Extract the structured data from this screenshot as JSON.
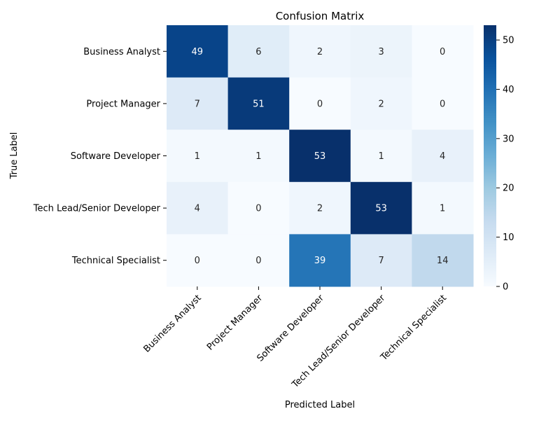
{
  "chart_data": {
    "type": "heatmap",
    "title": "Confusion Matrix",
    "xlabel": "Predicted Label",
    "ylabel": "True Label",
    "x_categories": [
      "Business Analyst",
      "Project Manager",
      "Software Developer",
      "Tech Lead/Senior Developer",
      "Technical Specialist"
    ],
    "y_categories": [
      "Business Analyst",
      "Project Manager",
      "Software Developer",
      "Tech Lead/Senior Developer",
      "Technical Specialist"
    ],
    "values": [
      [
        49,
        6,
        2,
        3,
        0
      ],
      [
        7,
        51,
        0,
        2,
        0
      ],
      [
        1,
        1,
        53,
        1,
        4
      ],
      [
        4,
        0,
        2,
        53,
        1
      ],
      [
        0,
        0,
        39,
        7,
        14
      ]
    ],
    "colorbar": {
      "min": 0,
      "max": 53,
      "ticks": [
        0,
        10,
        20,
        30,
        40,
        50
      ]
    },
    "colormap": "Blues",
    "colors": {
      "low": "#f7fbff",
      "high": "#08306b",
      "text_dark": "#262626",
      "text_light": "#ffffff"
    }
  }
}
